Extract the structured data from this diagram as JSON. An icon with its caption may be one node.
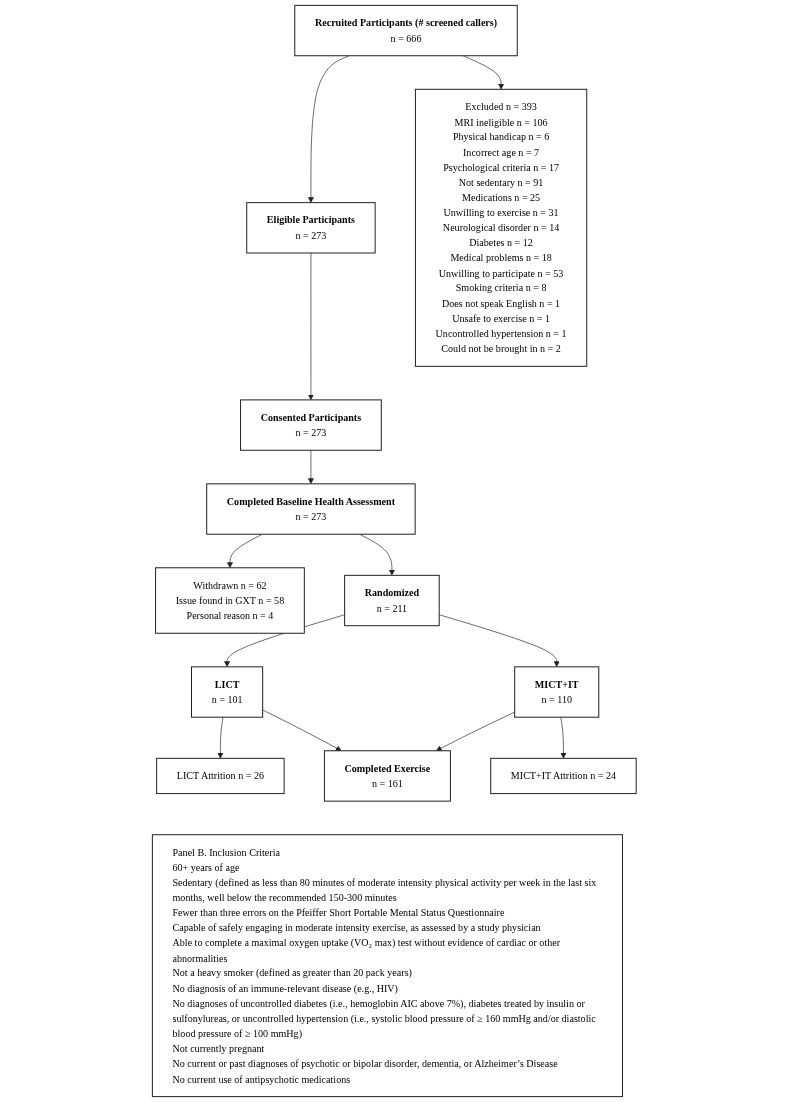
{
  "diagram": {
    "nodes": [
      {
        "text": [
          "Recruited Participants (# screened callers)",
          "n = 666"
        ]
      },
      {
        "text": [
          "Eligible Participants",
          "n = 273"
        ]
      },
      {
        "text": [
          "Excluded n = 393",
          "MRI ineligible n = 106",
          "Physical handicap n = 6",
          "Incorrect age n = 7",
          "Psychological criteria n = 17",
          "Not sedentary n = 91",
          "Medications n = 25",
          "Unwilling to exercise n = 31",
          "Neurological disorder n = 14",
          "Diabetes n = 12",
          "Medical problems n = 18",
          "Unwilling to participate n = 53",
          "Smoking criteria n = 8",
          "Does not speak English n = 1",
          "Unsafe to exercise n = 1",
          "Uncontrolled hypertension n = 1",
          "Could not be brought in n = 2"
        ]
      },
      {
        "text": [
          "Consented Participants",
          "n = 273"
        ]
      },
      {
        "text": [
          "Completed Baseline Health Assessment",
          "n = 273"
        ]
      },
      {
        "text": [
          "Withdrawn n = 62",
          "Issue found in GXT n = 58",
          "Personal reason n = 4"
        ]
      },
      {
        "text": [
          "Randomized",
          "n = 211"
        ]
      },
      {
        "text": [
          "LICT",
          "n = 101"
        ]
      },
      {
        "text": [
          "MICT+IT",
          "n = 110"
        ]
      },
      {
        "text": [
          "LICT Attrition n = 26"
        ]
      },
      {
        "text": [
          "Completed Exercise",
          "n = 161"
        ]
      },
      {
        "text": [
          "MICT+IT Attrition n = 24"
        ]
      },
      {
        "text": [
          "Panel B. Inclusion Criteria",
          "60+ years of age",
          "Sedentary (defined as less than 80 minutes of moderate intensity physical activity per week in the last six months, well below the recommended 150-300 minutes",
          "Fewer than three errors on the Pfeiffer Short Portable Mental Status Questionnaire",
          "Capable of safely engaging in moderate intensity exercise, as assessed by a study physician",
          "Able to complete a maximal oxygen uptake (VO₂ max) test without evidence of cardiac or other abnormalities",
          "Not a heavy smoker (defined as greater than 20 pack years)",
          "No diagnosis of an immune-relevant disease (e.g., HIV)",
          "No diagnoses of uncontrolled diabetes (i.e., hemoglobin AIC above 7%), diabetes treated by insulin or sulfonylureas, or uncontrolled hypertension (i.e., systolic blood pressure of ≥ 160 mmHg and/or diastolic blood pressure of ≥ 100 mmHg)",
          "Not currently pregnant",
          "No current or past diagnoses of psychotic or bipolar disorder, dementia, or Alzheimer’s Disease",
          "No current use of antipsychotic medications"
        ]
      }
    ],
    "edges": [
      {
        "from": 0,
        "to": 1,
        "arrow": "to"
      },
      {
        "from": 0,
        "to": 2,
        "arrow": "to"
      },
      {
        "from": 1,
        "to": 3,
        "arrow": "to"
      },
      {
        "from": 3,
        "to": 4,
        "arrow": "to"
      },
      {
        "from": 4,
        "to": 5,
        "arrow": "to"
      },
      {
        "from": 4,
        "to": 6,
        "arrow": "to"
      },
      {
        "from": 6,
        "to": 7,
        "arrow": "to"
      },
      {
        "from": 6,
        "to": 8,
        "arrow": "to"
      },
      {
        "from": 7,
        "to": 9,
        "arrow": "to"
      },
      {
        "from": 7,
        "to": 10,
        "arrow": "to"
      },
      {
        "from": 8,
        "to": 10,
        "arrow": "to"
      },
      {
        "from": 8,
        "to": 11,
        "arrow": "to"
      }
    ]
  }
}
